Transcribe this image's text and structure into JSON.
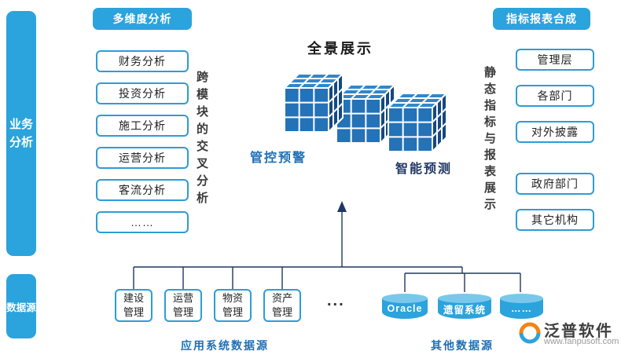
{
  "colors": {
    "accent": "#2BA3DC",
    "box_border": "#2E9CD6",
    "line": "#1F3864",
    "label_blue": "#1F6FB5",
    "text_dark": "#222222",
    "cube_front": "#2472B8",
    "cube_top": "#3187CB",
    "cube_side": "#15497F"
  },
  "sidebar": {
    "business_tab": "业务\n分析",
    "datasource_tab": "数据源"
  },
  "multidim": {
    "header": "多维度分析",
    "items": [
      "财务分析",
      "投资分析",
      "施工分析",
      "运营分析",
      "客流分析",
      "……"
    ]
  },
  "notes": {
    "cross": "跨模块的交叉分析",
    "static": "静态指标与报表展示"
  },
  "center": {
    "title": "全景展示",
    "control_warning": "管控预警",
    "smart_predict": "智能预测"
  },
  "report": {
    "header": "指标报表合成",
    "items": [
      "管理层",
      "各部门",
      "对外披露",
      "政府部门",
      "其它机构"
    ]
  },
  "datasource": {
    "app_systems": [
      "建设\n管理",
      "运营\n管理",
      "物资\n管理",
      "资产\n管理"
    ],
    "app_more": "...",
    "app_label": "应用系统数据源",
    "others": [
      "Oracle",
      "遗留系统",
      "……"
    ],
    "other_label": "其他数据源"
  },
  "brand": {
    "name": "泛普软件",
    "url": "www.fanpusoft.com"
  }
}
